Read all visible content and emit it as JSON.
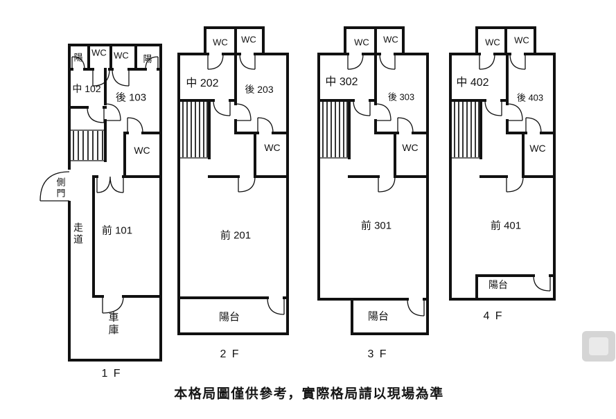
{
  "caption": "本格局圖僅供參考，實際格局請以現場為準",
  "floors": {
    "f1": {
      "floor_label": "1 F",
      "balcony_left": "陽",
      "wc_left": "WC",
      "wc_right": "WC",
      "balcony_right": "陽",
      "room_middle": "中 102",
      "room_back": "後 103",
      "wc_mid": "WC",
      "side_door": "側門",
      "corridor": "走道",
      "room_front": "前 101",
      "garage": "車庫"
    },
    "f2": {
      "floor_label": "2 F",
      "wc_left": "WC",
      "wc_right": "WC",
      "room_middle": "中 202",
      "room_back": "後 203",
      "wc_mid": "WC",
      "room_front": "前 201",
      "balcony": "陽台"
    },
    "f3": {
      "floor_label": "3 F",
      "wc_left": "WC",
      "wc_right": "WC",
      "room_middle": "中 302",
      "room_back": "後 303",
      "wc_mid": "WC",
      "room_front": "前 301",
      "balcony": "陽台"
    },
    "f4": {
      "floor_label": "4 F",
      "wc_left": "WC",
      "wc_right": "WC",
      "room_middle": "中 402",
      "room_back": "後 403",
      "wc_mid": "WC",
      "room_front": "前 401",
      "balcony": "陽台"
    }
  }
}
